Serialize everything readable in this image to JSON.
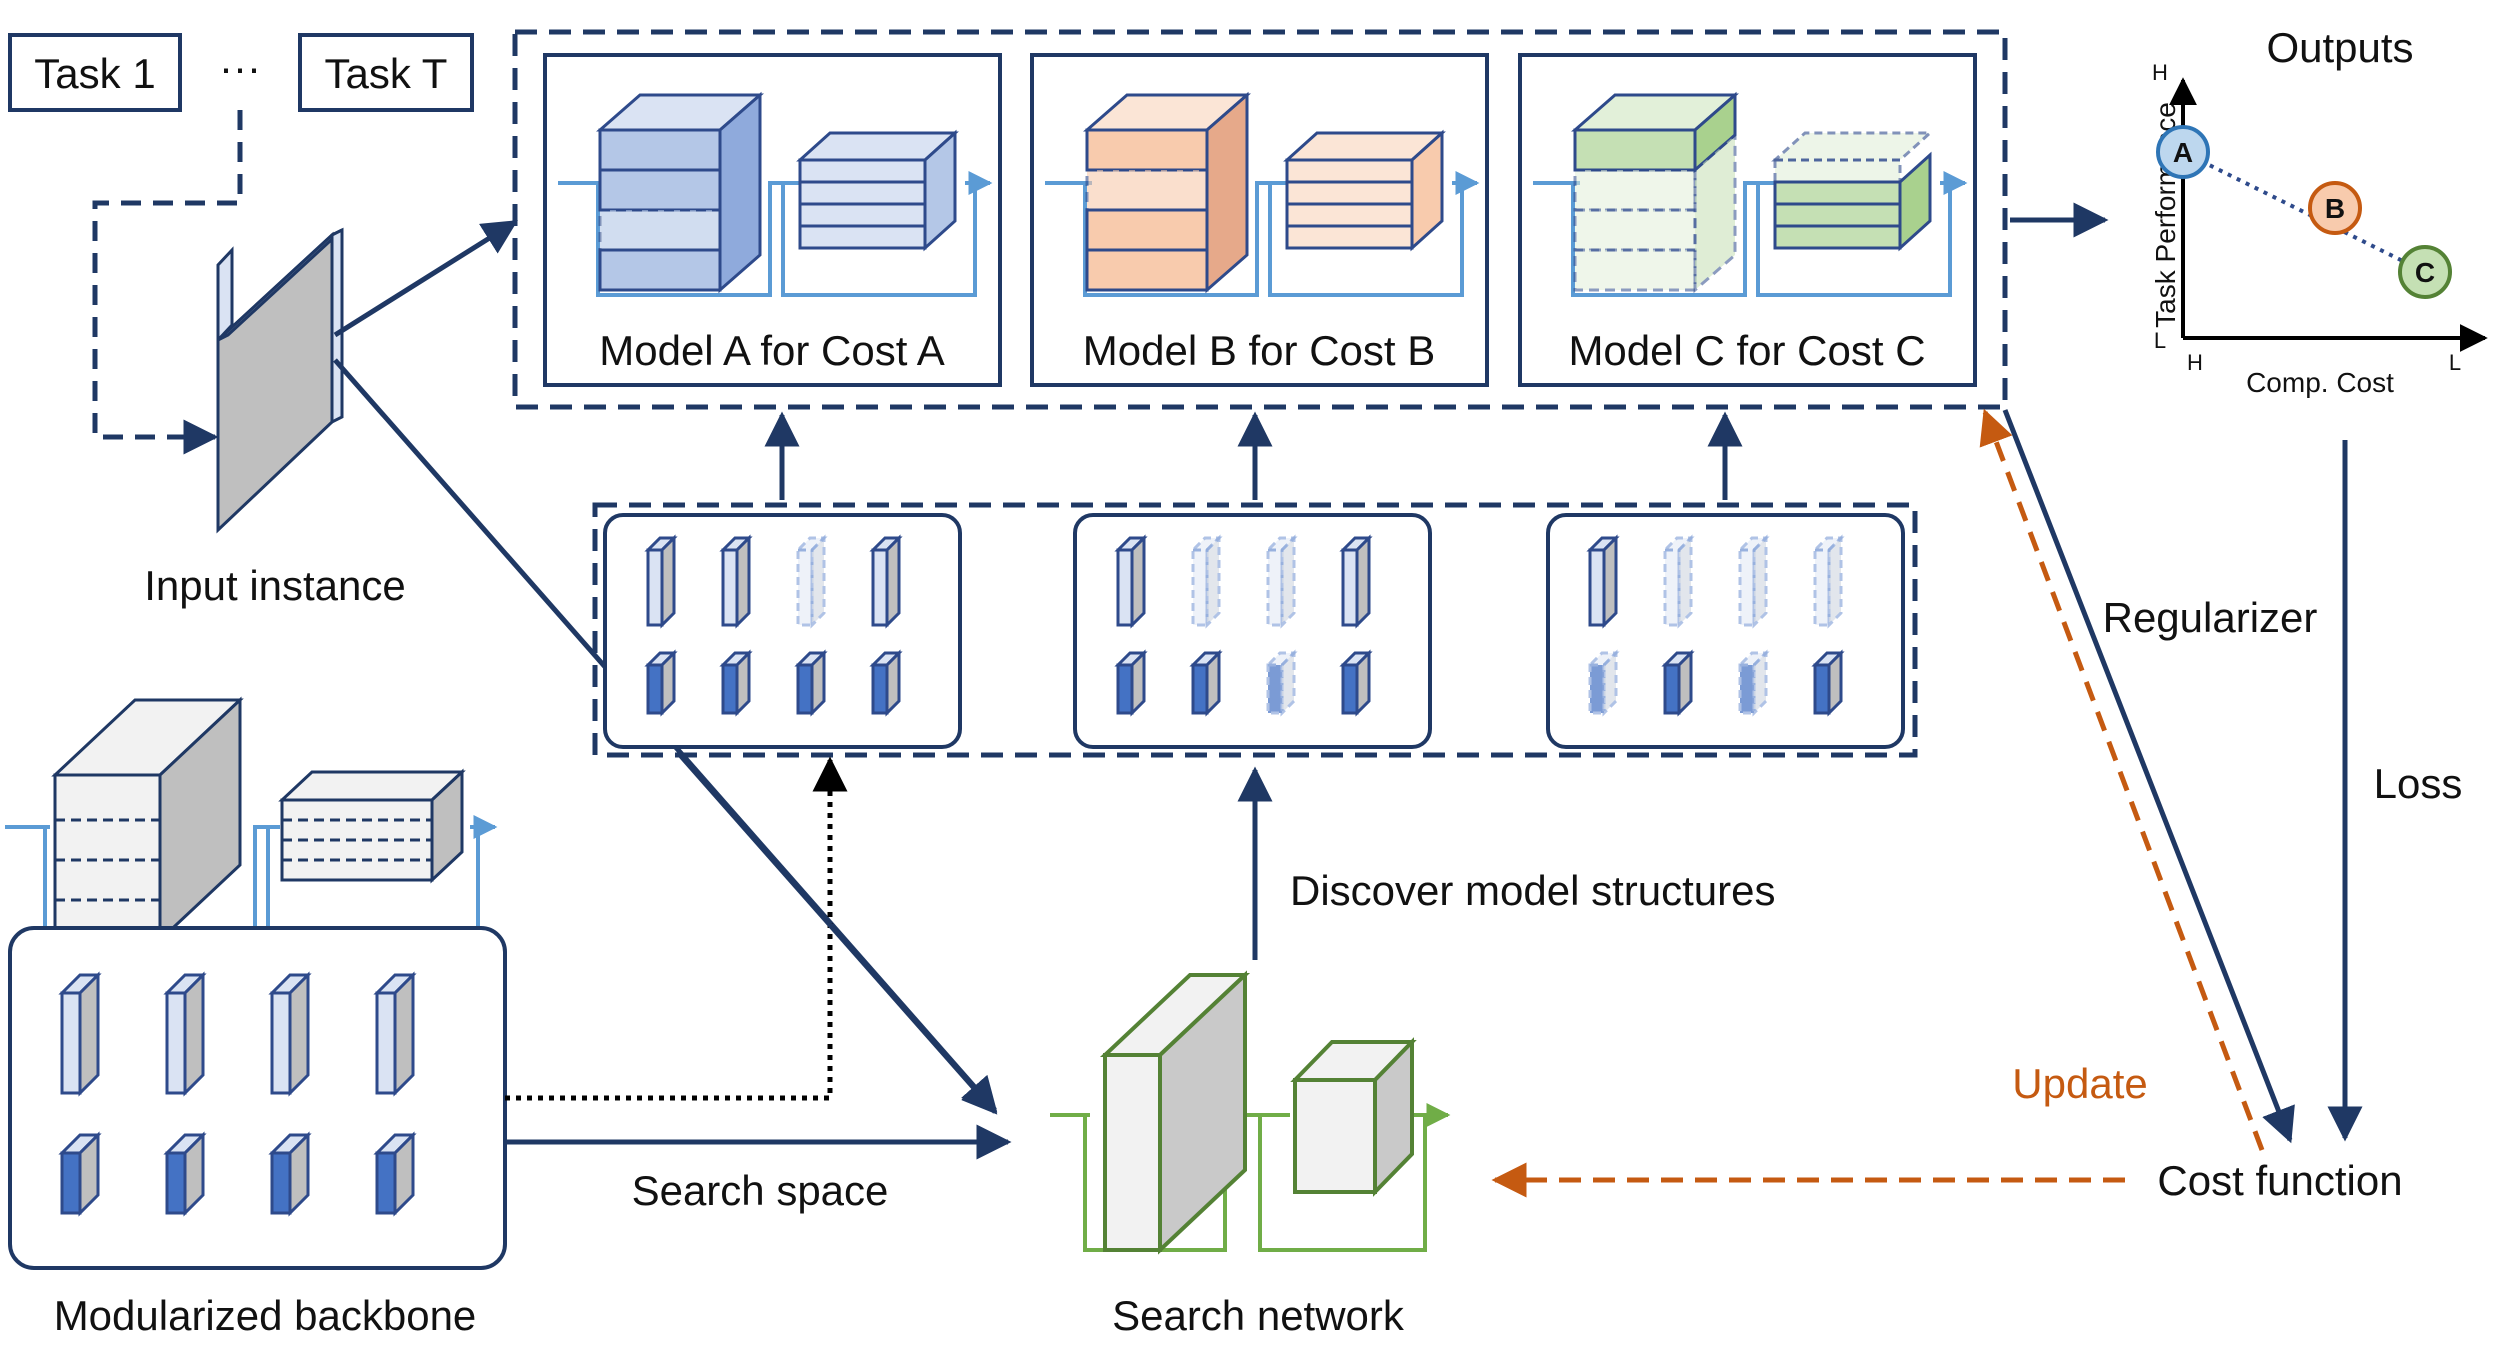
{
  "colors": {
    "navy": "#1f3864",
    "blue_accent": "#5b9bd5",
    "green": "#548235",
    "green_light": "#70ad47",
    "orange": "#c55a11",
    "gray": "#bfbfbf",
    "model_a_fill": "#dae3f3",
    "model_b_fill": "#f8cbad",
    "model_c_fill": "#e2f0d9"
  },
  "tasks": {
    "task_1": "Task 1",
    "ellipsis": "···",
    "task_t": "Task T"
  },
  "input": {
    "label": "Input instance"
  },
  "models": [
    {
      "label": "Model A for Cost A"
    },
    {
      "label": "Model B for Cost B"
    },
    {
      "label": "Model C for Cost C"
    }
  ],
  "outputs": {
    "title": "Outputs",
    "y_axis_label": "Task Performance",
    "x_axis_label": "Comp. Cost",
    "y_high": "H",
    "y_low": "L",
    "x_high": "H",
    "x_low": "L",
    "points": [
      {
        "letter": "A",
        "color": "#bdd7ee"
      },
      {
        "letter": "B",
        "color": "#f8cbad"
      },
      {
        "letter": "C",
        "color": "#c5e0b4"
      }
    ]
  },
  "arrows": {
    "regularizer": "Regularizer",
    "loss": "Loss",
    "update": "Update",
    "discover": "Discover model structures",
    "search_space": "Search space"
  },
  "nodes": {
    "cost_function": "Cost function",
    "search_network": "Search network",
    "backbone": "Modularized backbone"
  },
  "icons": {
    "module_block": "cuboid-icon",
    "layer_stack": "stacked-layers-icon",
    "scatter_point": "circle-marker-icon"
  }
}
